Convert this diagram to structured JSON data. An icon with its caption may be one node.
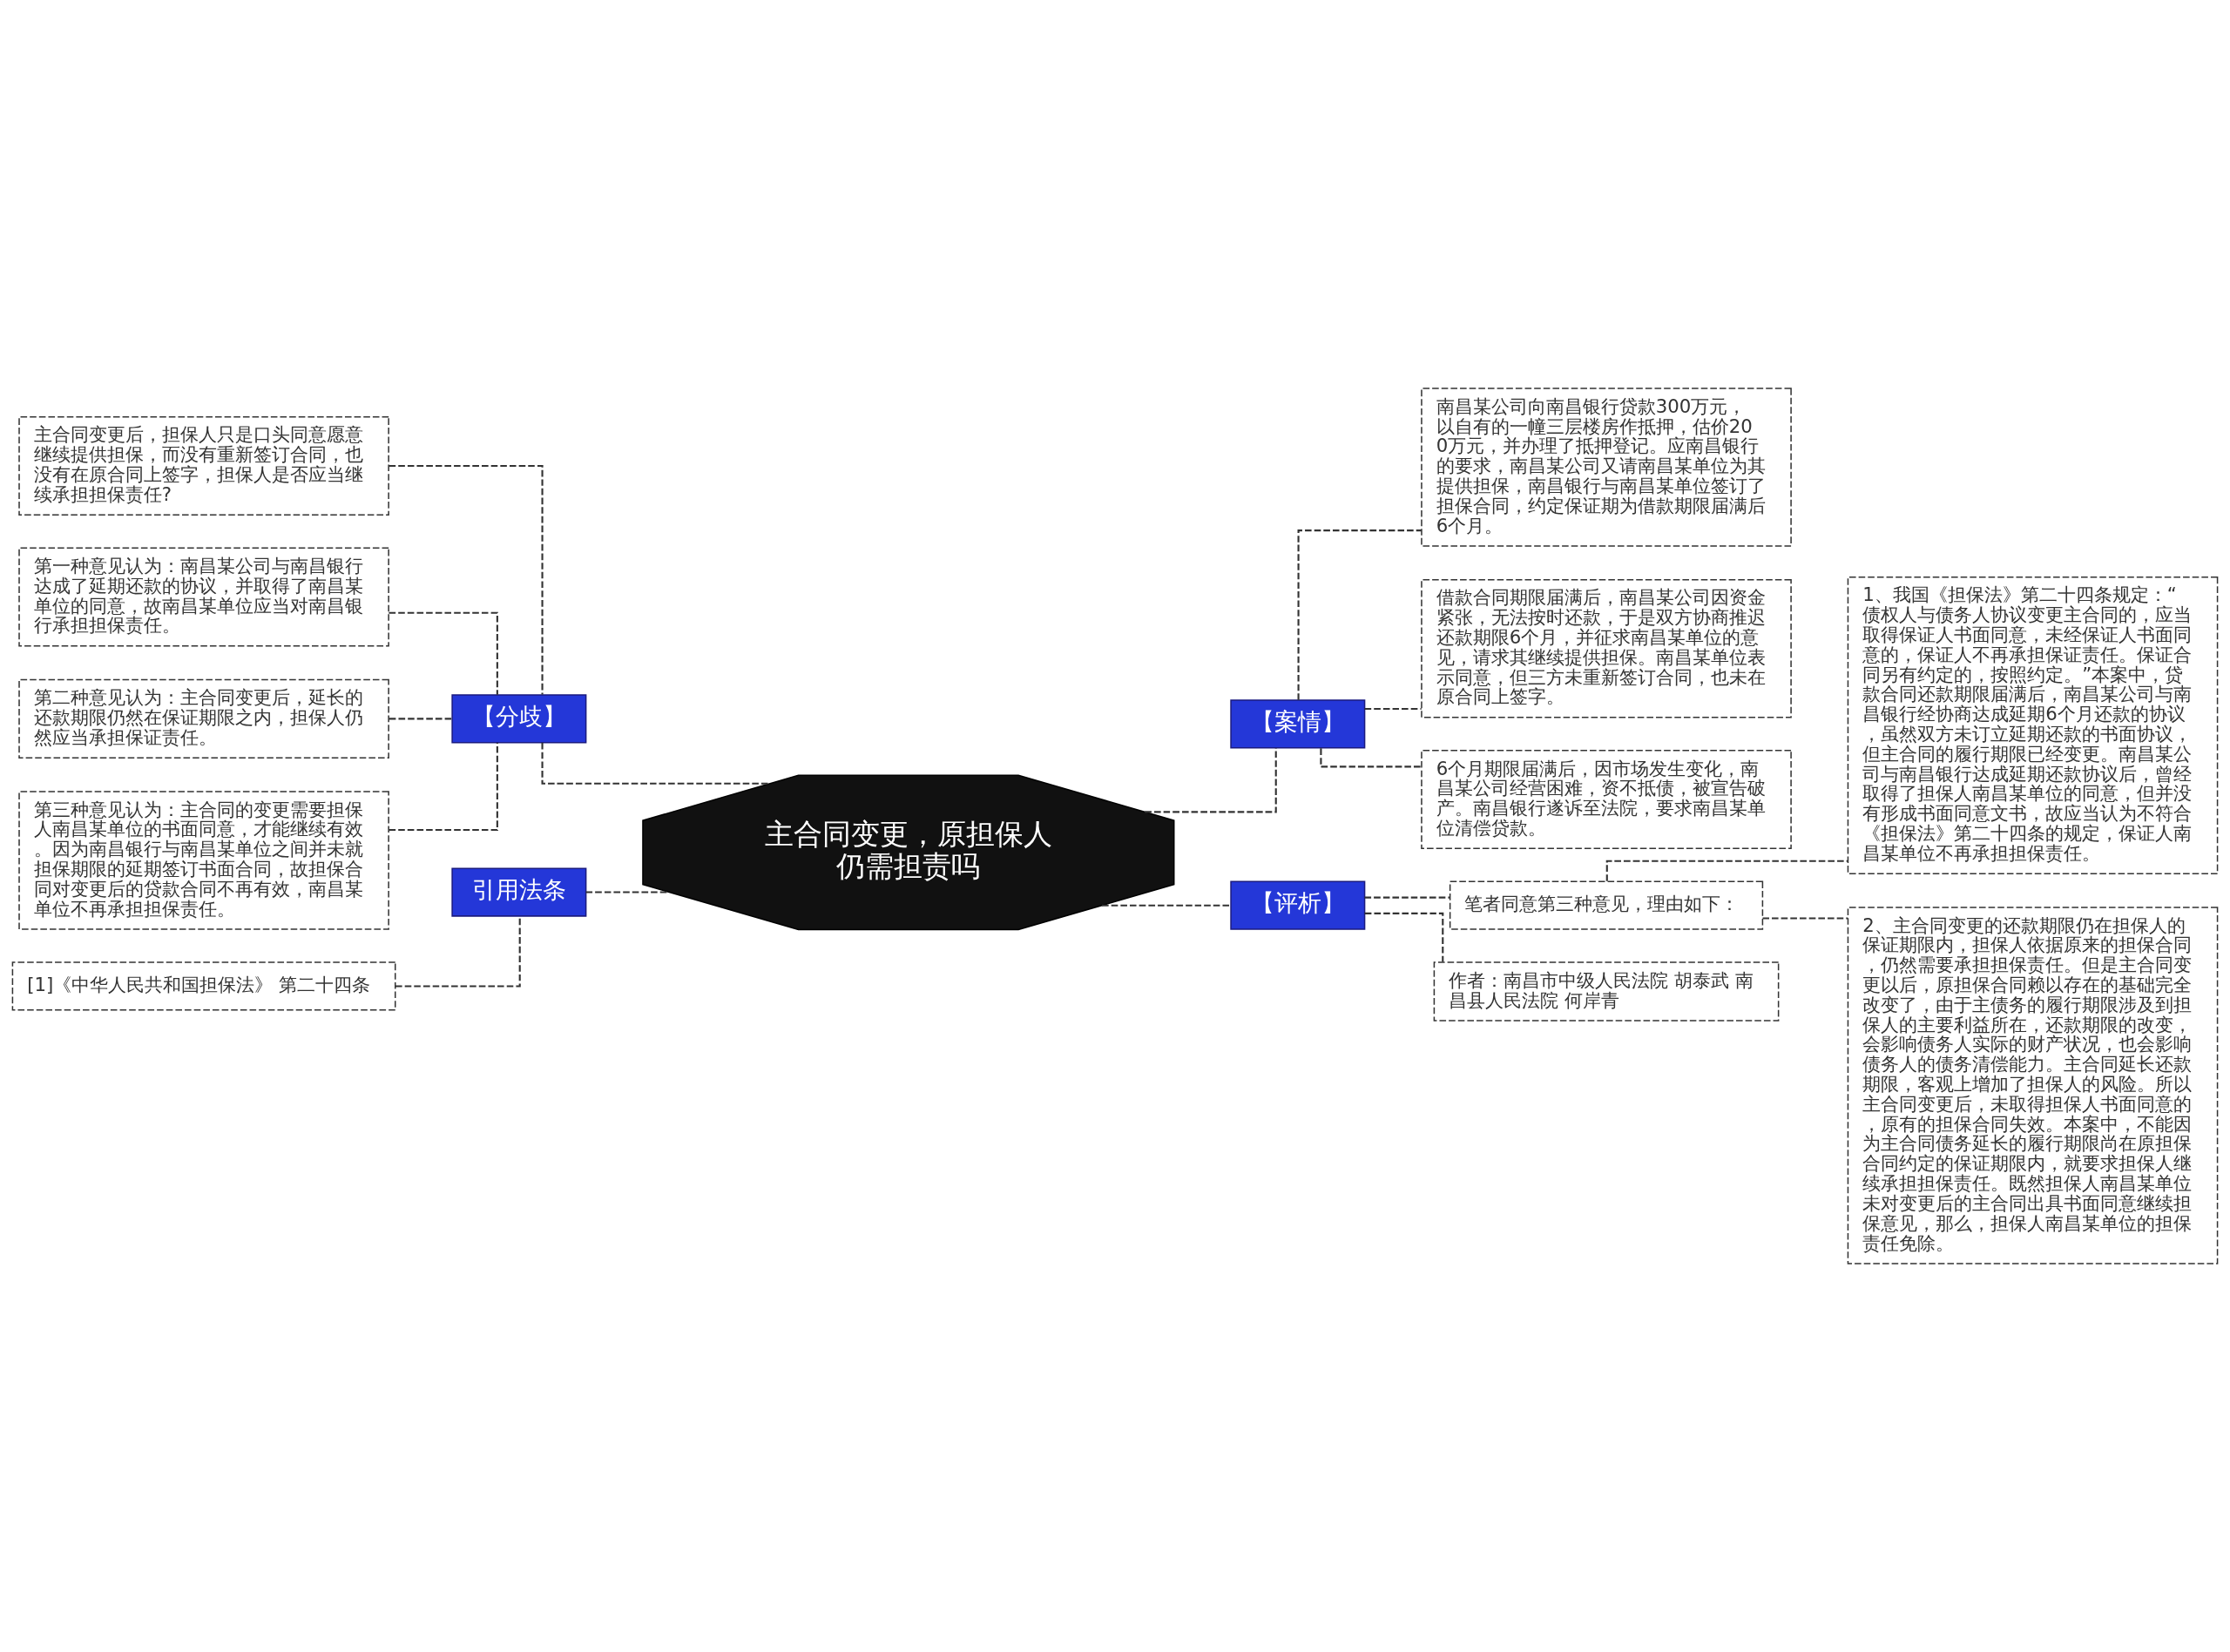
{
  "diagram": {
    "nodes": [
      {
        "text": [
          "主合同变更，原担保人仍需担责吗"
        ]
      },
      {
        "text": [
          "【分歧】"
        ]
      },
      {
        "text": [
          "主合同变更后，担保人只是口头同意愿意继续提供担保，而没有重新签订合同，也没有在原合同上签字，担保人是否应当继续承担担保责任?"
        ]
      },
      {
        "text": [
          "第一种意见认为：南昌某公司与南昌银行达成了延期还款的协议，并取得了南昌某单位的同意，故南昌某单位应当对南昌银行承担担保责任。"
        ]
      },
      {
        "text": [
          "第二种意见认为：主合同变更后，延长的还款期限仍然在保证期限之内，担保人仍然应当承担保证责任。"
        ]
      },
      {
        "text": [
          "第三种意见认为：主合同的变更需要担保人南昌某单位的书面同意，才能继续有效。因为南昌银行与南昌某单位之间并未就担保期限的延期签订书面合同，故担保合同对变更后的贷款合同不再有效，南昌某单位不再承担担保责任。"
        ]
      },
      {
        "text": [
          "引用法条"
        ]
      },
      {
        "text": [
          "[1]《中华人民共和国担保法》 第二十四条"
        ]
      },
      {
        "text": [
          "【案情】"
        ]
      },
      {
        "text": [
          "南昌某公司向南昌银行贷款300万元，以自有的一幢三层楼房作抵押，估价200万元，并办理了抵押登记。应南昌银行的要求，南昌某公司又请南昌某单位为其提供担保，南昌银行与南昌某单位签订了担保合同，约定保证期为借款期限届满后6个月。"
        ]
      },
      {
        "text": [
          "借款合同期限届满后，南昌某公司因资金紧张，无法按时还款，于是双方协商推迟还款期限6个月，并征求南昌某单位的意见，请求其继续提供担保。南昌某单位表示同意，但三方未重新签订合同，也未在原合同上签字。"
        ]
      },
      {
        "text": [
          "6个月期限届满后，因市场发生变化，南昌某公司经营困难，资不抵债，被宣告破产。南昌银行遂诉至法院，要求南昌某单位清偿贷款。"
        ]
      },
      {
        "text": [
          "【评析】"
        ]
      },
      {
        "text": [
          "笔者同意第三种意见，理由如下："
        ]
      },
      {
        "text": [
          "1、我国《担保法》第二十四条规定：“债权人与债务人协议变更主合同的，应当取得保证人书面同意，未经保证人书面同意的，保证人不再承担保证责任。保证合同另有约定的，按照约定。”本案中，贷款合同还款期限届满后，南昌某公司与南昌银行经协商达成延期6个月还款的协议，虽然双方未订立延期还款的书面协议，但主合同的履行期限已经变更。南昌某公司与南昌银行达成延期还款协议后，曾经取得了担保人南昌某单位的同意，但并没有形成书面同意文书，故应当认为不符合《担保法》第二十四条的规定，保证人南昌某单位不再承担担保责任。"
        ]
      },
      {
        "text": [
          "2、主合同变更的还款期限仍在担保人的保证期限内，担保人依据原来的担保合同，仍然需要承担担保责任。但是主合同变更以后，原担保合同赖以存在的基础完全改变了，由于主债务的履行期限涉及到担保人的主要利益所在，还款期限的改变，会影响债务人实际的财产状况，也会影响债务人的债务清偿能力。主合同延长还款期限，客观上增加了担保人的风险。所以主合同变更后，未取得担保人书面同意的，原有的担保合同失效。本案中，不能因为主合同债务延长的履行期限尚在原担保合同约定的保证期限内，就要求担保人继续承担担保责任。既然担保人南昌某单位未对变更后的主合同出具书面同意继续担保意见，那么，担保人南昌某单位的担保责任免除。"
        ]
      },
      {
        "text": [
          "作者：南昌市中级人民法院 胡泰武 南昌县人民法院 何岸青"
        ]
      }
    ],
    "edges": [
      {
        "from": 0,
        "to": 1,
        "arrow": "none",
        "style": "dashed"
      },
      {
        "from": 1,
        "to": 2,
        "arrow": "none",
        "style": "dashed"
      },
      {
        "from": 1,
        "to": 3,
        "arrow": "none",
        "style": "dashed"
      },
      {
        "from": 1,
        "to": 4,
        "arrow": "none",
        "style": "dashed"
      },
      {
        "from": 1,
        "to": 5,
        "arrow": "none",
        "style": "dashed"
      },
      {
        "from": 0,
        "to": 6,
        "arrow": "none",
        "style": "dashed"
      },
      {
        "from": 6,
        "to": 7,
        "arrow": "none",
        "style": "dashed"
      },
      {
        "from": 0,
        "to": 8,
        "arrow": "none",
        "style": "dashed"
      },
      {
        "from": 8,
        "to": 9,
        "arrow": "none",
        "style": "dashed"
      },
      {
        "from": 8,
        "to": 10,
        "arrow": "none",
        "style": "dashed"
      },
      {
        "from": 8,
        "to": 11,
        "arrow": "none",
        "style": "dashed"
      },
      {
        "from": 0,
        "to": 12,
        "arrow": "none",
        "style": "dashed"
      },
      {
        "from": 12,
        "to": 13,
        "arrow": "none",
        "style": "dashed"
      },
      {
        "from": 13,
        "to": 14,
        "arrow": "none",
        "style": "dashed"
      },
      {
        "from": 13,
        "to": 15,
        "arrow": "none",
        "style": "dashed"
      },
      {
        "from": 12,
        "to": 16,
        "arrow": "none",
        "style": "dashed"
      }
    ]
  }
}
